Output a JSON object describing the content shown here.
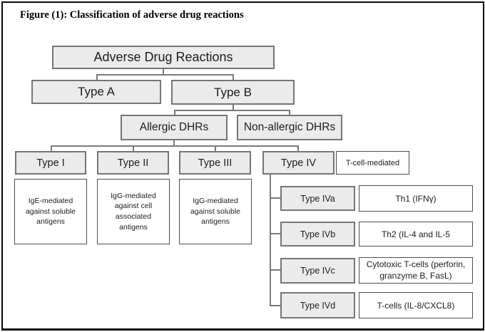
{
  "figure": {
    "title": "Figure (1): Classification of adverse drug reactions"
  },
  "colors": {
    "gray_box_fill": "#ebebeb",
    "gray_box_border": "#757575",
    "white_box_border": "#4d4d4d",
    "connector_line": "#7a7a7a",
    "frame": "#0a0a0a"
  },
  "nodes": {
    "adr": "Adverse Drug Reactions",
    "type_a": "Type A",
    "type_b": "Type B",
    "allergic": "Allergic DHRs",
    "non_allergic": "Non-allergic DHRs",
    "type_i": "Type I",
    "type_ii": "Type II",
    "type_iii": "Type III",
    "type_iv": "Type IV",
    "t_cell_mediated": "T-cell-mediated",
    "type_i_desc": "IgE-mediated against soluble antigens",
    "type_ii_desc": "IgG-mediated against cell associated antigens",
    "type_iii_desc": "IgG-mediated against soluble antigens",
    "type_iva": "Type IVa",
    "type_ivb": "Type IVb",
    "type_ivc": "Type IVc",
    "type_ivd": "Type IVd",
    "type_iva_mech": "Th1 (IFNγ)",
    "type_ivb_mech": "Th2 (IL-4 and IL-5",
    "type_ivc_mech": "Cytotoxic T-cells (perforin, granzyme B, FasL)",
    "type_ivd_mech": "T-cells (IL-8/CXCL8)"
  }
}
